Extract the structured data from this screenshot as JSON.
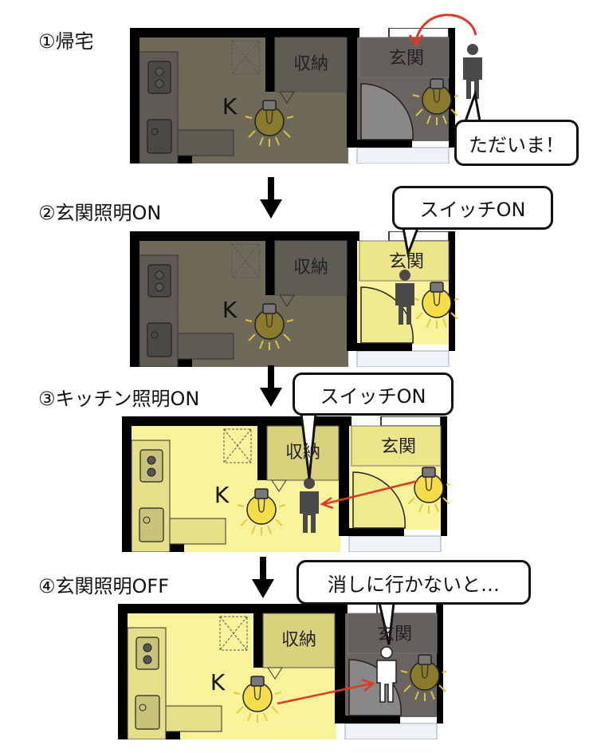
{
  "steps": [
    {
      "label": "①帰宅",
      "kitchen_lit": false,
      "entry_lit": false,
      "bubble": "ただいま！"
    },
    {
      "label": "②玄関照明ON",
      "kitchen_lit": false,
      "entry_lit": true,
      "bubble": "スイッチON"
    },
    {
      "label": "③キッチン照明ON",
      "kitchen_lit": true,
      "entry_lit": true,
      "bubble": "スイッチON"
    },
    {
      "label": "④玄関照明OFF",
      "kitchen_lit": true,
      "entry_lit": false,
      "bubble": "消しに行かないと…"
    }
  ],
  "plan": {
    "storage": "収納",
    "entrance": "玄関",
    "kitchen": "K"
  },
  "colors": {
    "lit": "#f8f29a",
    "dim_kitchen": "#6e6959",
    "dim_entry": "#6a6461",
    "arrow": "#e03a26",
    "bulb_lit": "#f4dc4a",
    "bulb_dim": "#8a7a2c"
  }
}
